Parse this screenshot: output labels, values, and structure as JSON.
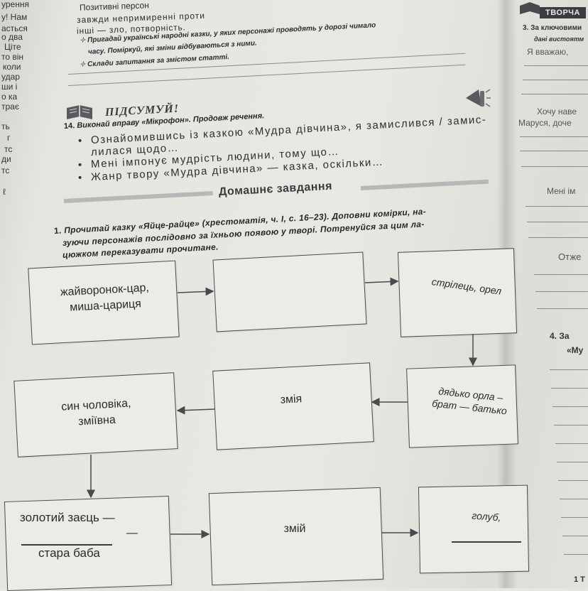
{
  "left_margin_fragments": [
    "урення",
    "у! Нам",
    "астьcя",
    "о два",
    "Ціте",
    "то він",
    "коли",
    "удар",
    "ши і",
    "о ка",
    "трає",
    "ть",
    "г",
    "тс",
    "ди",
    "тс",
    "ℓ"
  ],
  "top_text": {
    "line_a": "Позитивні персон",
    "line_b": "завжди непримиренні  проти",
    "line_c": "інші — зло, потворність."
  },
  "exercises_top": [
    {
      "bullet": "✧",
      "text": "Пригадай українські народні казки, у яких персонажі проводять у дорозі чимало"
    },
    {
      "bullet": "",
      "text": "часу. Поміркуй, які зміни відбуваються з ними."
    },
    {
      "bullet": "✧",
      "text": "Склади запитання за змістом статті."
    }
  ],
  "summary": {
    "title": "ПІДСУМУЙ!",
    "task_number": "14.",
    "task_intro": "Виконай вправу «Мікрофон». Продовж речення.",
    "bullets": [
      "Ознайомившись із казкою «Мудра дівчина», я замислився / замис-",
      "лилася щодо…",
      "Мені імпонує мудрість людини, тому що…",
      "Жанр твору «Мудра дівчина» — казка, оскільки…"
    ]
  },
  "homework": {
    "title": "Домашнє завдання",
    "task_number": "1.",
    "task_line1": "Прочитай казку «Яйце-райце» (хрестоматія, ч. І, с. 16–23). Доповни комірки, на-",
    "task_line2": "зуючи персонажів послідовно за їхньою появою у творі. Потренуйся за цим ла-",
    "task_line3": "цюжком переказувати прочитане."
  },
  "chain": {
    "box1": [
      "жайворонок-цар,",
      "миша-цариця"
    ],
    "box2": [],
    "box3_handwritten": "стрілець, орел",
    "box4_handwritten": [
      "дядько орла –",
      "брат — батько"
    ],
    "box5": [
      "змія"
    ],
    "box6": [
      "син чоловіка,",
      "зміївна"
    ],
    "box7": [
      "золотий заєць —",
      "—",
      "стара баба"
    ],
    "box8": [
      "змій"
    ],
    "box9_handwritten": "голуб,"
  },
  "right_column": {
    "badge": "ТВОРЧА",
    "task3": "3. За ключовими",
    "task3_line2": "дані вистоятм",
    "opinion": "Я вважаю,",
    "want": "Хочу наве",
    "marusya": "Маруся, доче",
    "like": "Мені ім",
    "so": "Отже",
    "task4": "4. За",
    "task4_q": "«Му",
    "bottom": "1 Т"
  },
  "colors": {
    "paper": "#e7e6e1",
    "ink": "#26262a",
    "box_border": "#4a4a4e",
    "badge_dark": "#3b3b40"
  }
}
